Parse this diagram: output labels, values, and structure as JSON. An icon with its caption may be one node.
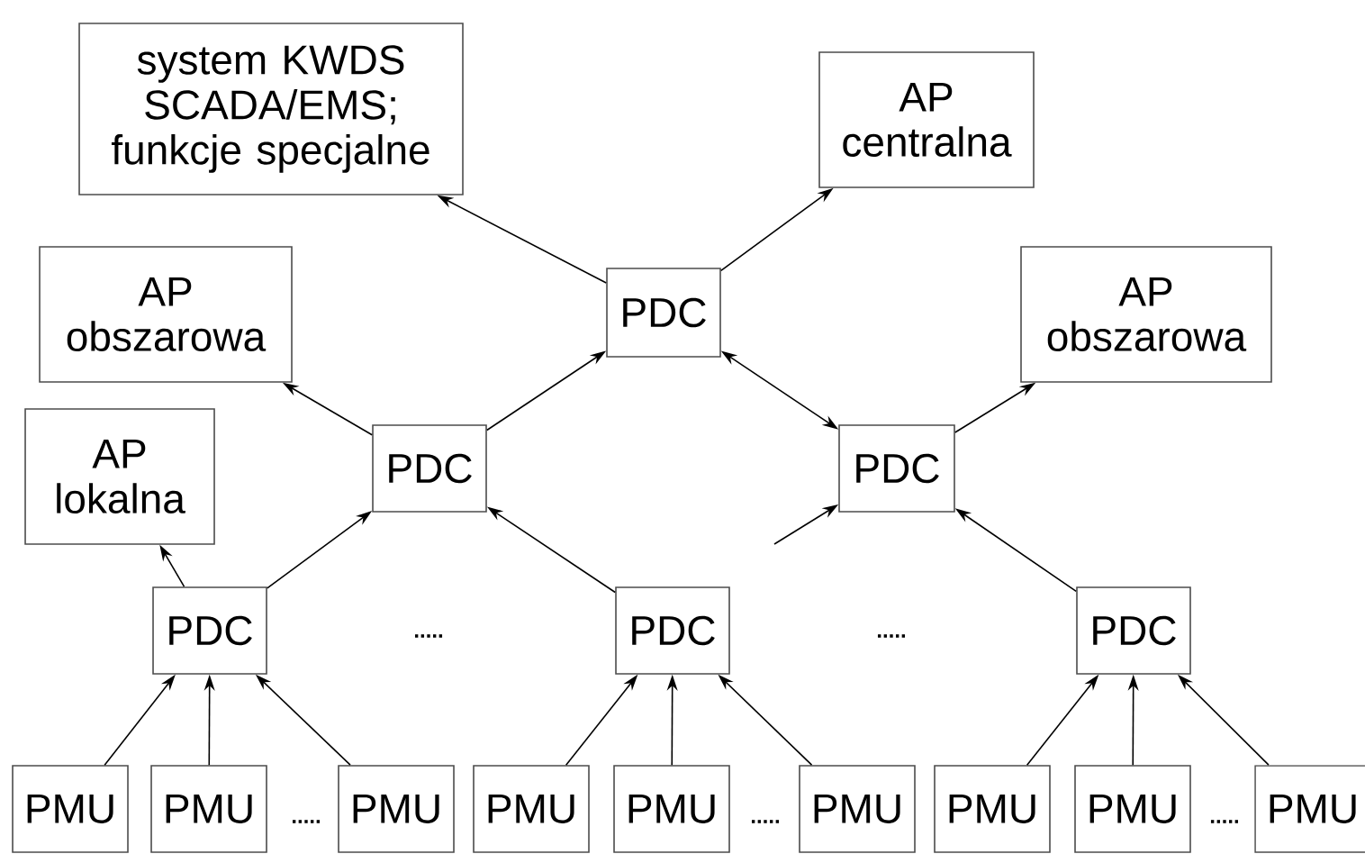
{
  "diagram": {
    "nodes": [
      {
        "text": [
          "system KWDS SCADA/EMS; funkcje specjalne"
        ]
      },
      {
        "text": [
          "AP centralna"
        ]
      },
      {
        "text": [
          "PDC"
        ]
      },
      {
        "text": [
          "AP obszarowa"
        ]
      },
      {
        "text": [
          "AP obszarowa"
        ]
      },
      {
        "text": [
          "PDC"
        ]
      },
      {
        "text": [
          "PDC"
        ]
      },
      {
        "text": [
          "AP lokalna"
        ]
      },
      {
        "text": [
          "PDC"
        ]
      },
      {
        "text": [
          "PDC"
        ]
      },
      {
        "text": [
          "PDC"
        ]
      },
      {
        "text": [
          "PMU"
        ]
      },
      {
        "text": [
          "PMU"
        ]
      },
      {
        "text": [
          "PMU"
        ]
      },
      {
        "text": [
          "PMU"
        ]
      },
      {
        "text": [
          "PMU"
        ]
      },
      {
        "text": [
          "PMU"
        ]
      },
      {
        "text": [
          "PMU"
        ]
      },
      {
        "text": [
          "PMU"
        ]
      },
      {
        "text": [
          "PMU"
        ]
      }
    ],
    "edges": [
      {
        "from": 2,
        "to": 0,
        "arrow": "to"
      },
      {
        "from": 2,
        "to": 1,
        "arrow": "to"
      },
      {
        "from": 5,
        "to": 3,
        "arrow": "to"
      },
      {
        "from": 5,
        "to": 2,
        "arrow": "to"
      },
      {
        "from": 2,
        "to": 6,
        "arrow": "both"
      },
      {
        "from": 6,
        "to": 4,
        "arrow": "to"
      },
      {
        "from": 8,
        "to": 7,
        "arrow": "to"
      },
      {
        "from": 8,
        "to": 5,
        "arrow": "to"
      },
      {
        "from": 9,
        "to": 5,
        "arrow": "to"
      },
      {
        "from": null,
        "to": 6,
        "arrow": "to"
      },
      {
        "from": 10,
        "to": 6,
        "arrow": "to"
      },
      {
        "from": 11,
        "to": 8,
        "arrow": "to"
      },
      {
        "from": 12,
        "to": 8,
        "arrow": "to"
      },
      {
        "from": 13,
        "to": 8,
        "arrow": "to"
      },
      {
        "from": 14,
        "to": 9,
        "arrow": "to"
      },
      {
        "from": 15,
        "to": 9,
        "arrow": "to"
      },
      {
        "from": 16,
        "to": 9,
        "arrow": "to"
      },
      {
        "from": 17,
        "to": 10,
        "arrow": "to"
      },
      {
        "from": 18,
        "to": 10,
        "arrow": "to"
      },
      {
        "from": 19,
        "to": 10,
        "arrow": "to"
      }
    ],
    "labels": [
      ".....",
      ".....",
      ".....",
      ".....",
      "....."
    ]
  }
}
